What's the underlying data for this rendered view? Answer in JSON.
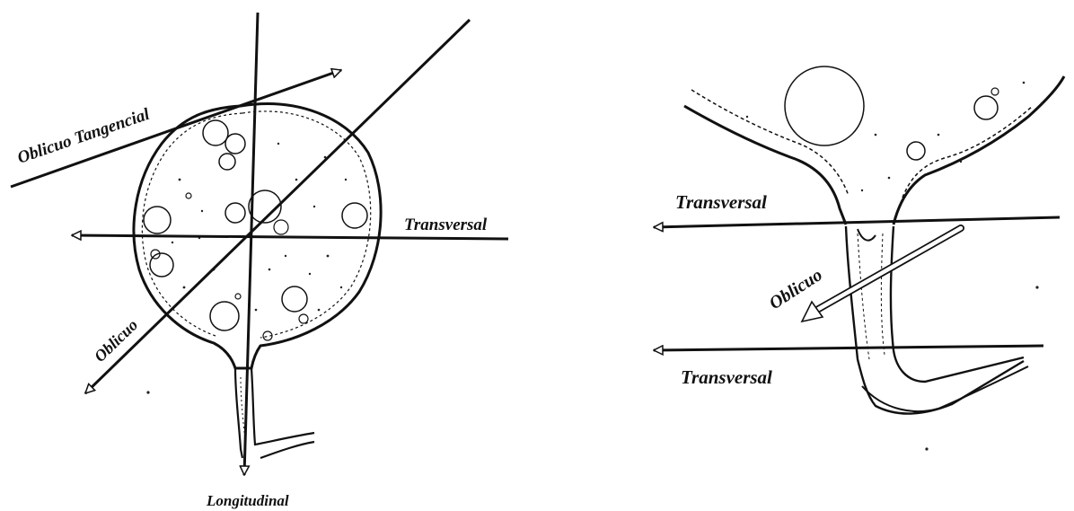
{
  "left_figure": {
    "labels": {
      "oblique_tangential": "Oblicuo  Tangencial",
      "transversal": "Transversal",
      "oblique": "Oblicuo",
      "longitudinal": "Longitudinal"
    }
  },
  "right_figure": {
    "labels": {
      "transversal_top": "Transversal",
      "oblique": "Oblicuo",
      "transversal_bottom": "Transversal"
    }
  },
  "colors": {
    "ink": "#111111",
    "background": "#ffffff"
  }
}
